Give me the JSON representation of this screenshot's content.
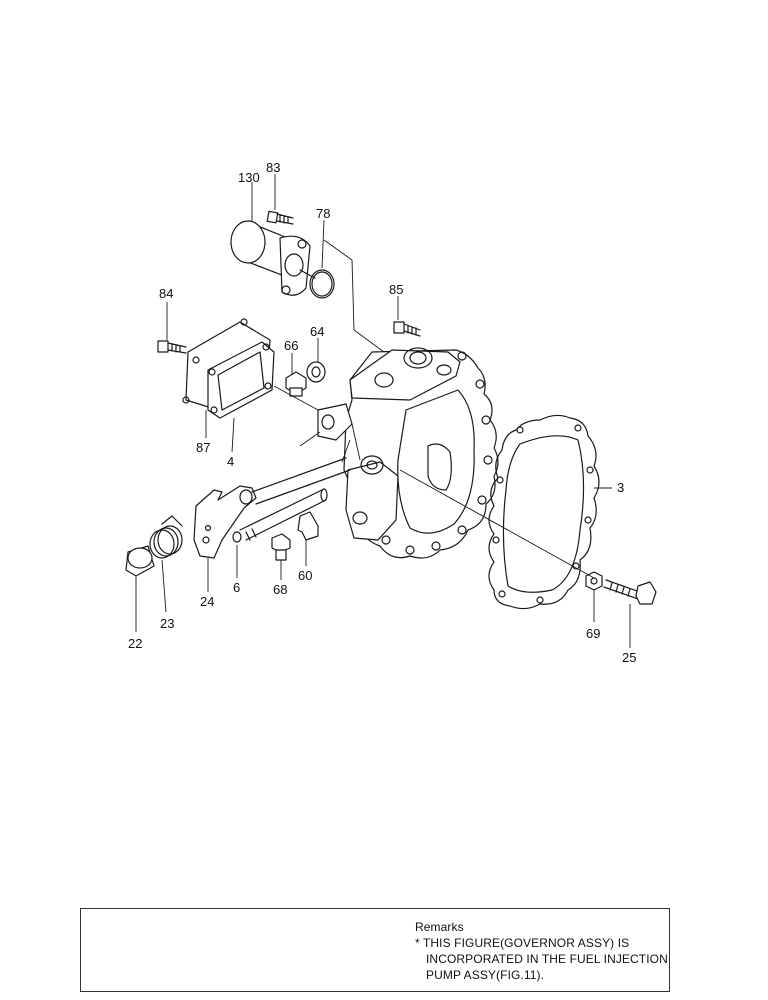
{
  "callouts": [
    "130",
    "83",
    "78",
    "84",
    "85",
    "64",
    "66",
    "87",
    "4",
    "3",
    "24",
    "6",
    "68",
    "60",
    "23",
    "22",
    "69",
    "25"
  ],
  "remarks": {
    "heading": "Remarks",
    "line1": "* THIS FIGURE(GOVERNOR ASSY) IS",
    "line2": "INCORPORATED IN THE FUEL INJECTION",
    "line3": "PUMP ASSY(FIG.11)."
  }
}
